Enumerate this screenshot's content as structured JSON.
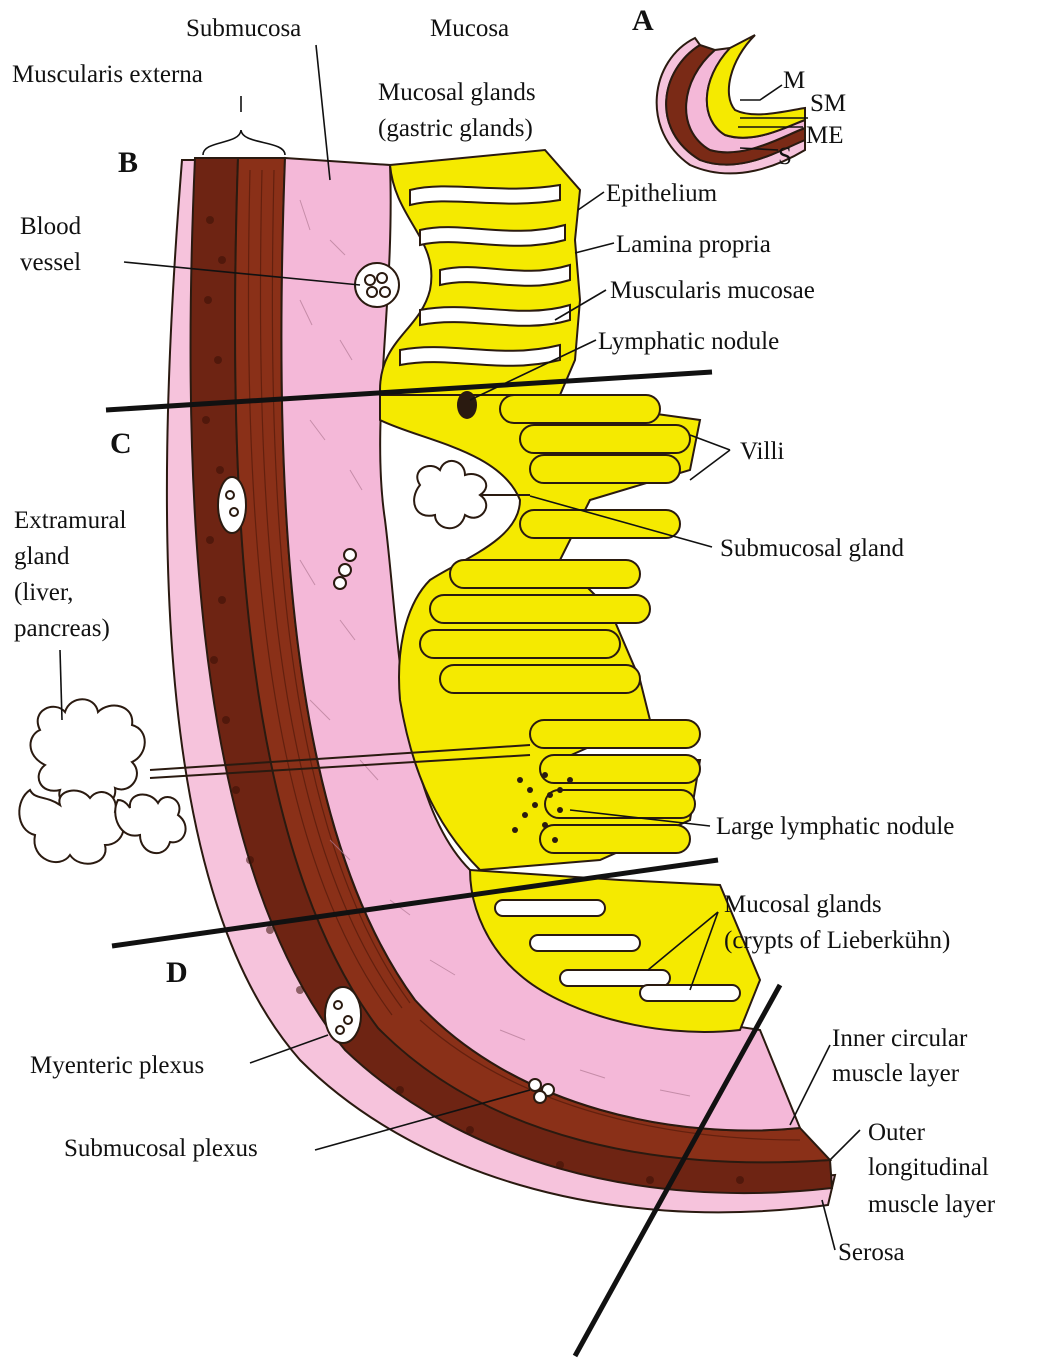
{
  "colors": {
    "mucosa_epithelium": "#f5ea00",
    "submucosa": "#f4b8d8",
    "muscle": "#7a2a16",
    "muscle_dark": "#4a1609",
    "serosa": "#f6c3dc",
    "outline": "#2a1a10"
  },
  "top_labels": {
    "submucosa": "Submucosa",
    "mucosa": "Mucosa",
    "muscularis_externa": "Muscularis externa",
    "mucosal_glands_line1": "Mucosal glands",
    "mucosal_glands_line2": "(gastric glands)"
  },
  "sections": {
    "a": "A",
    "b": "B",
    "c": "C",
    "d": "D"
  },
  "inset_labels": {
    "m": "M",
    "sm": "SM",
    "me": "ME",
    "s": "S"
  },
  "right_labels": {
    "epithelium": "Epithelium",
    "lamina_propria": "Lamina propria",
    "muscularis_mucosae": "Muscularis mucosae",
    "lymphatic_nodule": "Lymphatic nodule",
    "villi": "Villi",
    "submucosal_gland": "Submucosal gland",
    "large_lymphatic_nodule": "Large lymphatic nodule",
    "crypts_line1": "Mucosal glands",
    "crypts_line2": "(crypts of Lieberkühn)",
    "inner_circular_line1": "Inner circular",
    "inner_circular_line2": "muscle layer",
    "outer_longitudinal_line1": "Outer",
    "outer_longitudinal_line2": "longitudinal",
    "outer_longitudinal_line3": "muscle layer",
    "serosa": "Serosa"
  },
  "left_labels": {
    "blood_vessel_line1": "Blood",
    "blood_vessel_line2": "vessel",
    "extramural_line1": "Extramural",
    "extramural_line2": "gland",
    "extramural_line3": "(liver,",
    "extramural_line4": "pancreas)",
    "myenteric_plexus": "Myenteric plexus",
    "submucosal_plexus": "Submucosal plexus"
  }
}
